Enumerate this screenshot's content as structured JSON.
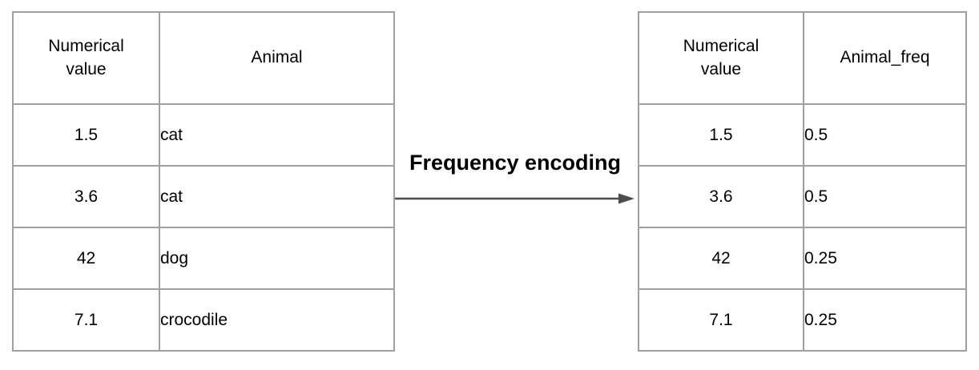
{
  "diagram": {
    "transform_label": "Frequency encoding"
  },
  "left_table": {
    "col1_header": "Numerical value",
    "col2_header": "Animal",
    "rows": [
      [
        "1.5",
        "cat"
      ],
      [
        "3.6",
        "cat"
      ],
      [
        "42",
        "dog"
      ],
      [
        "7.1",
        "crocodile"
      ]
    ]
  },
  "right_table": {
    "col1_header": "Numerical value",
    "col2_header": "Animal_freq",
    "rows": [
      [
        "1.5",
        "0.5"
      ],
      [
        "3.6",
        "0.5"
      ],
      [
        "42",
        "0.25"
      ],
      [
        "7.1",
        "0.25"
      ]
    ]
  },
  "colors": {
    "border": "#a0a0a0",
    "arrow": "#4d4d4d",
    "text": "#000000",
    "background": "#ffffff"
  }
}
